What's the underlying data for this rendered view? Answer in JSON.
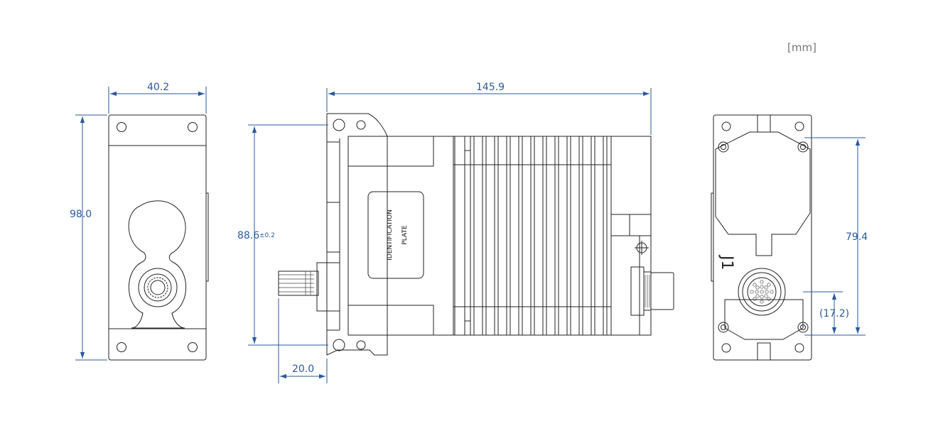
{
  "units_label": "[mm]",
  "front_view": {
    "width": "40.2",
    "height": "98.0"
  },
  "side_view": {
    "length": "145.9",
    "mount_height": "88.6",
    "mount_height_tolerance": "±0.2",
    "spline_length": "20.0",
    "plate_line1": "IDENTIFICATION",
    "plate_line2": "PLATE"
  },
  "rear_view": {
    "mount_height": "79.4",
    "connector_offset": "(17.2)",
    "connector_label": "J1"
  },
  "colors": {
    "dimension": "#2a5a9e",
    "outline": "#222222",
    "units": "#777777"
  }
}
